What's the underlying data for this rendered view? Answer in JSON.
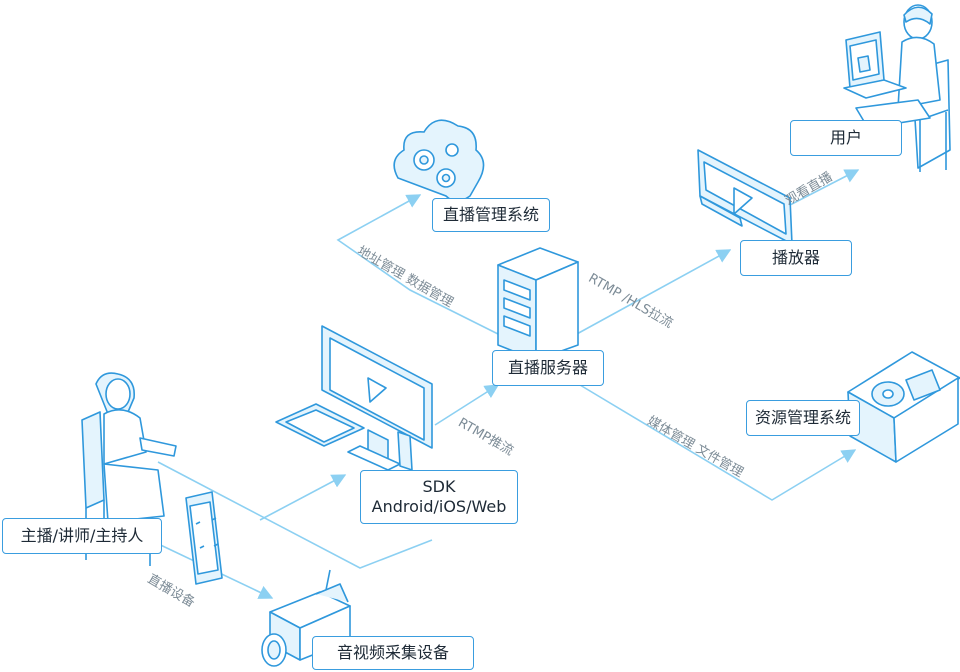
{
  "colors": {
    "line": "#8cd0f2",
    "stroke": "#2f98dc",
    "fill": "#e4f4fd",
    "text": "#1e2a36",
    "label": "#7d8c97"
  },
  "nodes": {
    "user": "用户",
    "live_mgmt": "直播管理系统",
    "player": "播放器",
    "live_server": "直播服务器",
    "resource_mgmt": "资源管理系统",
    "sdk_line1": "SDK",
    "sdk_line2": "Android/iOS/Web",
    "host": "主播/讲师/主持人",
    "av_capture": "音视频采集设备"
  },
  "edges": {
    "watch_live": "观看直播",
    "addr_data_mgmt": "地址管理 数据管理",
    "rtmp_hls_pull": "RTMP /HLS拉流",
    "media_file_mgmt": "媒体管理 文件管理",
    "rtmp_push": "RTMP推流",
    "live_device": "直播设备"
  },
  "icons": [
    "user-at-laptop-icon",
    "cloud-gears-icon",
    "monitor-player-icon",
    "server-rack-icon",
    "desktop-tablet-phone-icon",
    "storage-box-discs-icon",
    "host-on-chair-icon",
    "phone-camera-icon",
    "video-camera-icon"
  ]
}
